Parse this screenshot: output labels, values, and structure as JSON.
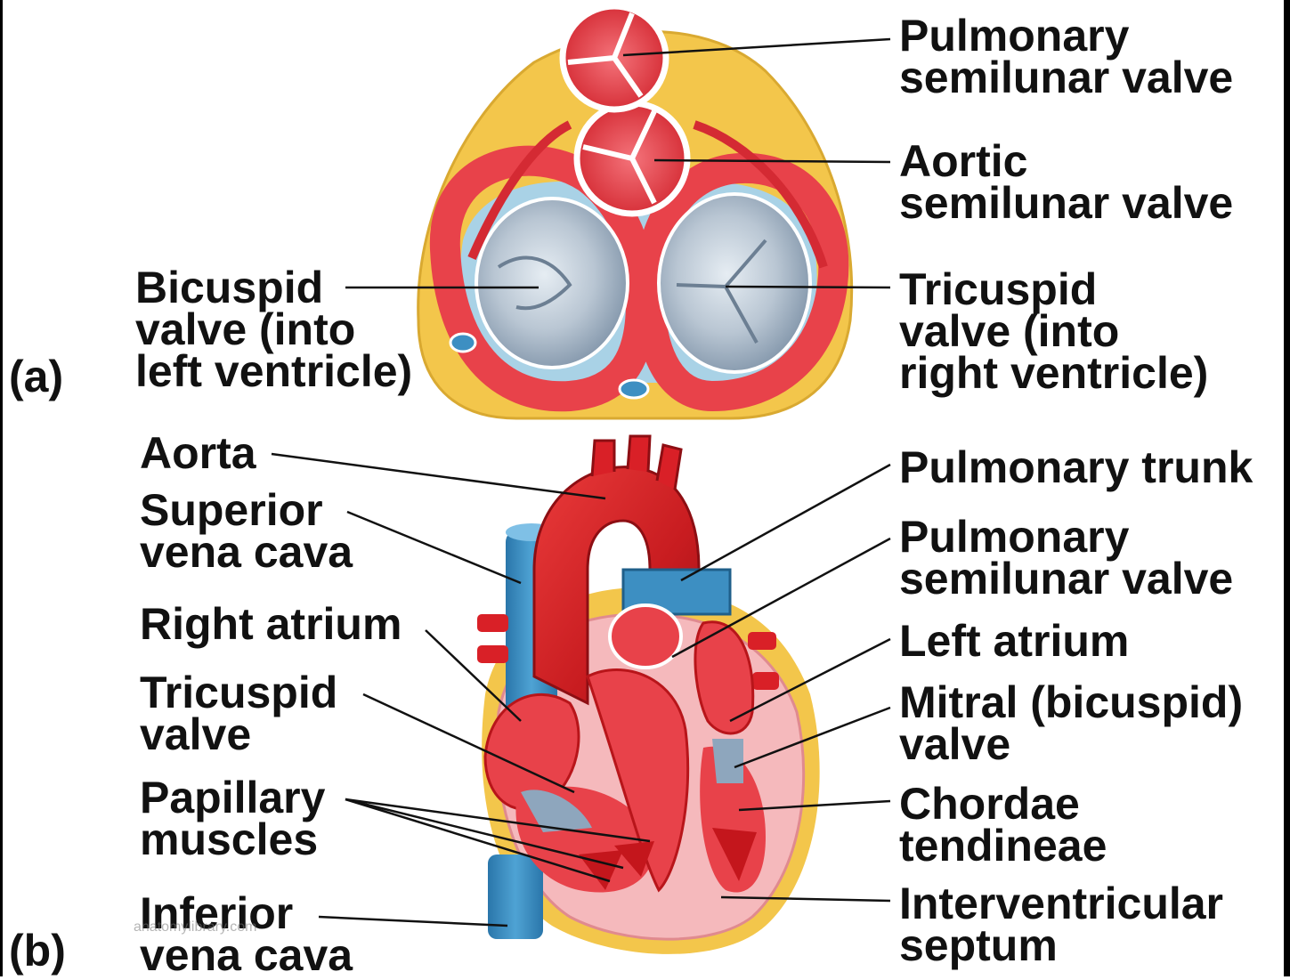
{
  "panels": {
    "a": "(a)",
    "b": "(b)"
  },
  "top_labels": {
    "pulmonary_semilunar_valve": [
      "Pulmonary",
      "semilunar valve"
    ],
    "aortic_semilunar_valve": [
      "Aortic",
      "semilunar valve"
    ],
    "bicuspid_valve": [
      "Bicuspid",
      "valve (into",
      "left ventricle)"
    ],
    "tricuspid_valve": [
      "Tricuspid",
      "valve (into",
      "right ventricle)"
    ]
  },
  "bottom_left_labels": {
    "aorta": [
      "Aorta"
    ],
    "superior_vena_cava": [
      "Superior",
      "vena cava"
    ],
    "right_atrium": [
      "Right atrium"
    ],
    "tricuspid_valve": [
      "Tricuspid",
      "valve"
    ],
    "papillary_muscles": [
      "Papillary",
      "muscles"
    ],
    "inferior_vena_cava": [
      "Inferior",
      "vena cava"
    ]
  },
  "bottom_right_labels": {
    "pulmonary_trunk": [
      "Pulmonary trunk"
    ],
    "pulmonary_semilunar_valve": [
      "Pulmonary",
      "semilunar valve"
    ],
    "left_atrium": [
      "Left atrium"
    ],
    "mitral_valve": [
      "Mitral (bicuspid)",
      "valve"
    ],
    "chordae_tendineae": [
      "Chordae",
      "tendineae"
    ],
    "interventricular_septum": [
      "Interventricular",
      "septum"
    ]
  },
  "watermark": "anatomylibrary.com",
  "colors": {
    "muscle_red": "#e8424a",
    "deep_red": "#c4161c",
    "vein_blue": "#3d8fc2",
    "valve_gray": "#a9b8c8",
    "fat_yellow": "#f3c64b",
    "pink_myocardium": "#f5b9bc"
  }
}
